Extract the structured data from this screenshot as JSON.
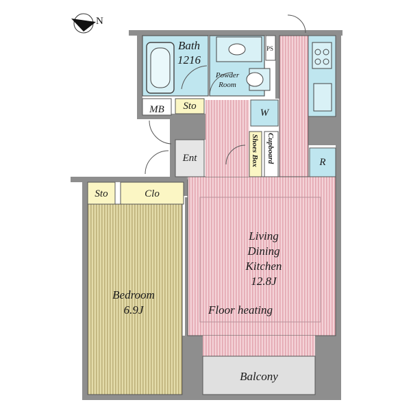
{
  "compass": {
    "north_label": "N"
  },
  "rooms": {
    "bath": {
      "name": "Bath",
      "size": "1216"
    },
    "powder_room": {
      "line1": "Powder",
      "line2": "Room"
    },
    "ps": "PS",
    "mb": "MB",
    "sto_hall": "Sto",
    "washer": "W",
    "shoes_box": "Shoes Box",
    "cupboard": "Cupboard",
    "refrigerator": "R",
    "entrance": "Ent",
    "sto_bedroom": "Sto",
    "closet": "Clo",
    "ldk": {
      "line1": "Living",
      "line2": "Dining",
      "line3": "Kitchen",
      "size": "12.8J"
    },
    "floor_heating": "Floor heating",
    "bedroom": {
      "name": "Bedroom",
      "size": "6.9J"
    },
    "balcony": "Balcony"
  },
  "colors": {
    "wall": "#8a8a8a",
    "bath_blue": "#bfe6ef",
    "storage_yellow": "#fbf6c4",
    "ldk_pink": "#f0c8cf",
    "bedroom_wood": "#d8cf9a",
    "balcony_gray": "#e0e0e0"
  }
}
